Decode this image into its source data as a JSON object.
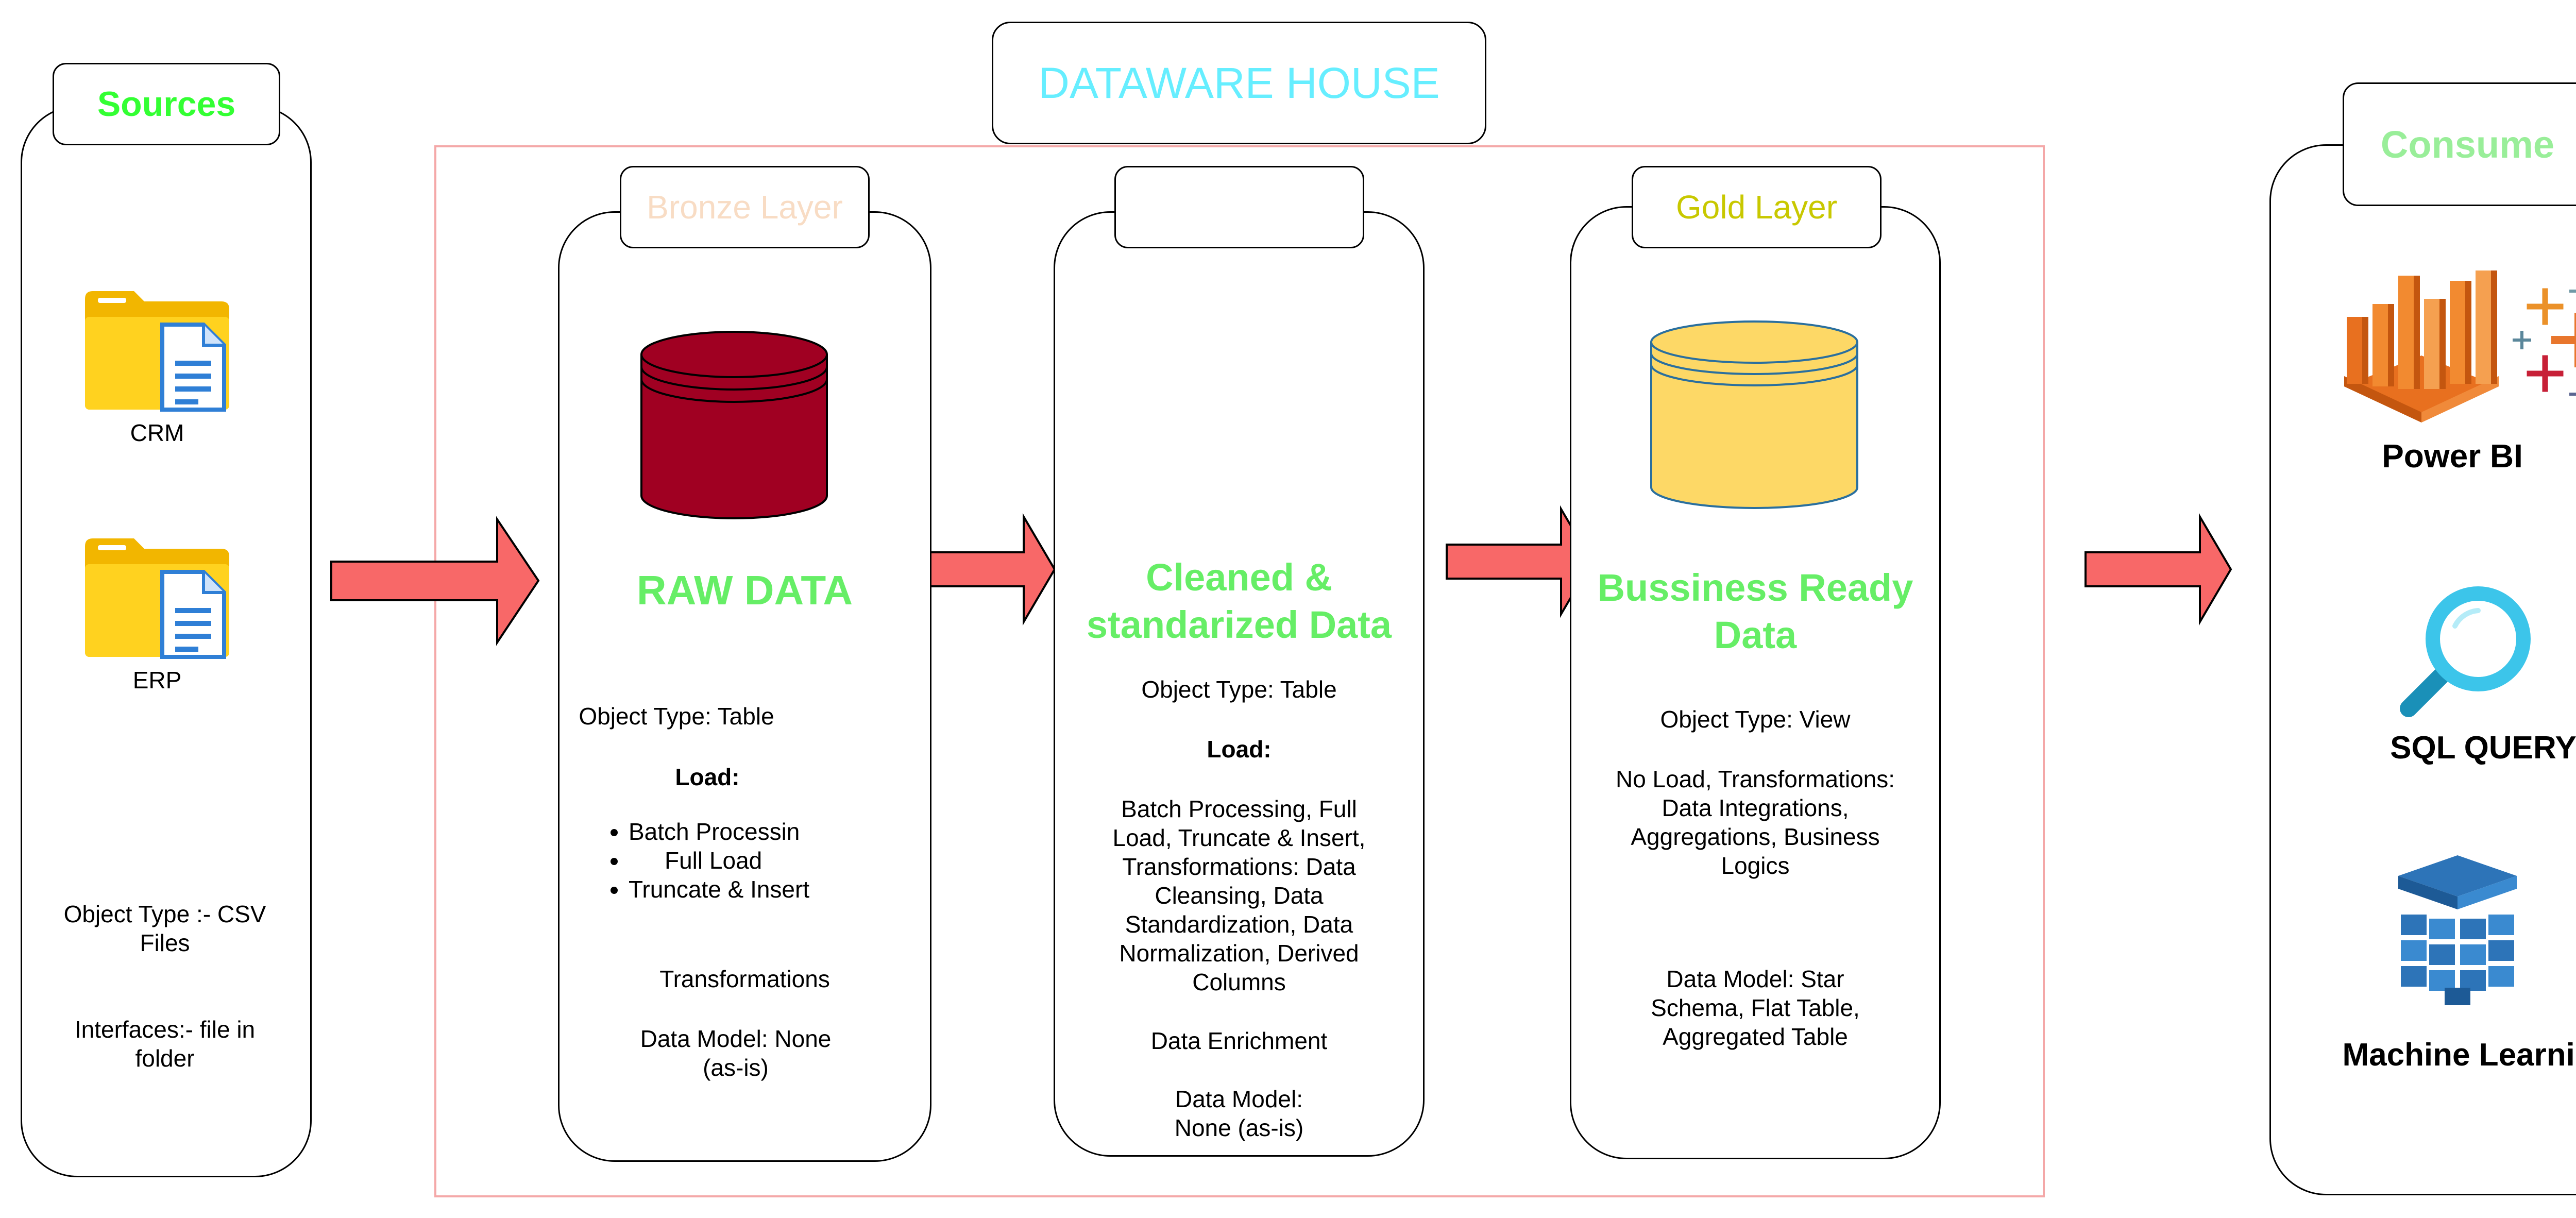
{
  "sources": {
    "title": "Sources",
    "items": [
      {
        "label": "CRM"
      },
      {
        "label": "ERP"
      }
    ],
    "object_type": "Object Type :- CSV Files",
    "interfaces": "Interfaces:- file in folder"
  },
  "warehouse": {
    "title": "DATAWARE HOUSE"
  },
  "bronze": {
    "tab": "Bronze Layer",
    "heading": "RAW DATA",
    "object_type": "Object Type: Table",
    "load_label": "Load:",
    "load_items": [
      "Batch Processin",
      "Full Load",
      "Truncate & Insert"
    ],
    "transformations": "Transformations",
    "data_model": "Data Model: None (as-is)"
  },
  "silver": {
    "tab": "",
    "heading": "Cleaned & standarized Data",
    "object_type": "Object Type: Table",
    "load_label": "Load:",
    "load_text": "Batch Processing, Full Load, Truncate & Insert, Transformations: Data Cleansing, Data Standardization, Data Normalization, Derived Columns",
    "enrichment": "Data Enrichment",
    "data_model": "Data Model: None (as-is)"
  },
  "gold": {
    "tab": "Gold Layer",
    "heading": "Bussiness Ready Data",
    "object_type": "Object Type: View",
    "transformations": "No Load, Transformations: Data Integrations, Aggregations, Business Logics",
    "data_model": "Data Model: Star Schema, Flat Table, Aggregated Table"
  },
  "consume": {
    "title": "Consume",
    "items": [
      {
        "label": "Power BI"
      },
      {
        "label": "SQL QUERY"
      },
      {
        "label": "Machine Learning"
      }
    ]
  },
  "colors": {
    "arrow": "#f86868",
    "raw_db": "#a00022",
    "gold_db": "#fdd866",
    "green_text": "#66ee66",
    "sources_title": "#33ff33",
    "warehouse_title": "#66eeff",
    "bronze_tab": "#f8dcc4",
    "gold_tab": "#c8c800",
    "consume_title": "#99ee99",
    "warehouse_border": "#f4a8a8"
  }
}
